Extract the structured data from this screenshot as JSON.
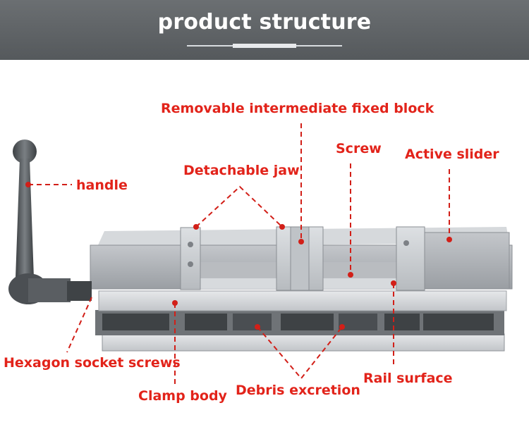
{
  "header": {
    "title": "product structure"
  },
  "labels": {
    "removable_block": "Removable intermediate fixed block",
    "screw": "Screw",
    "active_slider": "Active slider",
    "detachable_jaw": "Detachable jaw",
    "handle": "handle",
    "hexagon_screws": "Hexagon socket screws",
    "rail_surface": "Rail surface",
    "clamp_body": "Clamp body",
    "debris_excretion": "Debris excretion"
  },
  "colors": {
    "header_bg": "#5f6366",
    "label": "#e2231a",
    "leader": "#d21f18",
    "metal": "#c9ccd0"
  }
}
